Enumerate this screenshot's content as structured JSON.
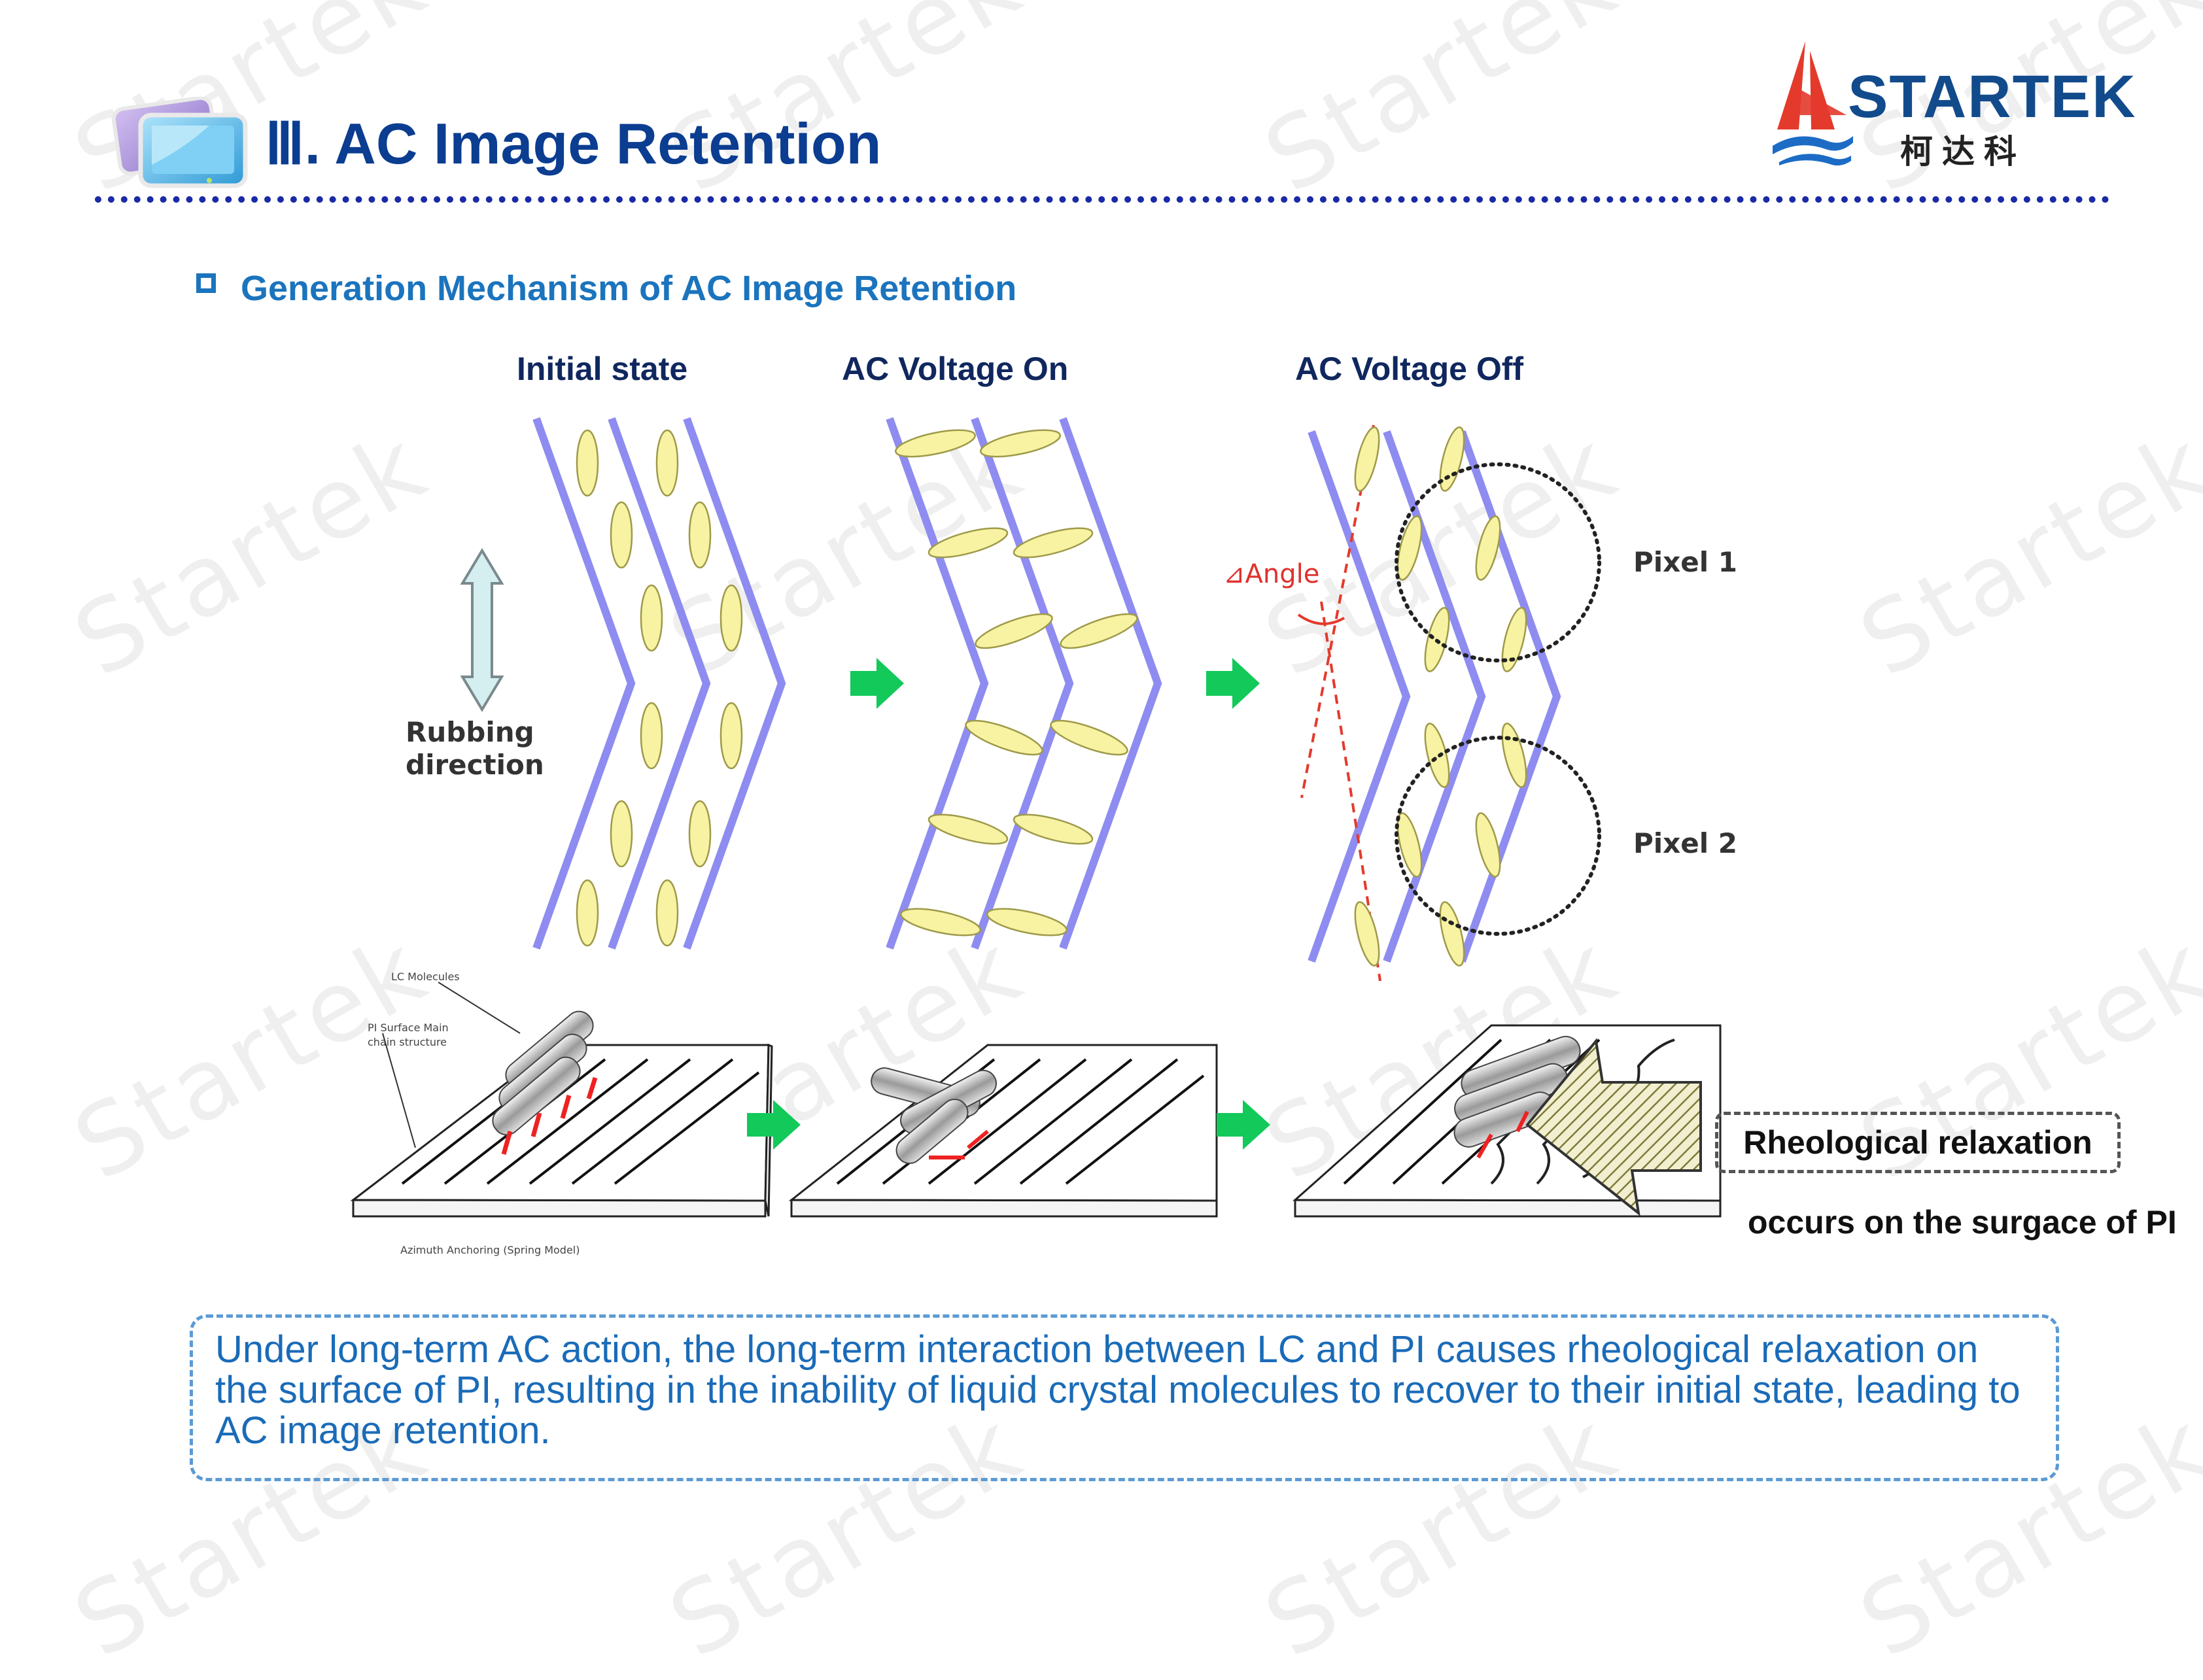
{
  "header": {
    "title": "Ⅲ. AC Image Retention",
    "brand_name": "STARTEK",
    "brand_cn": "柯达科"
  },
  "watermark": "Startek",
  "section": {
    "heading": "Generation Mechanism of AC Image Retention"
  },
  "diagram": {
    "columns": [
      "Initial state",
      "AC Voltage On",
      "AC Voltage Off"
    ],
    "rubbing_label_line1": "Rubbing",
    "rubbing_label_line2": "direction",
    "angle_label": "⊿Angle",
    "pixel1": "Pixel 1",
    "pixel2": "Pixel 2",
    "lc_molecules": "LC Molecules",
    "pi_surface_line1": "PI Surface Main",
    "pi_surface_line2": "chain structure",
    "azimuth": "Azimuth Anchoring (Spring Model)",
    "relax_line1": "Rheological relaxation",
    "relax_line2": "occurs on the surgace of PI"
  },
  "summary": "Under long-term AC action, the long-term interaction between LC and PI causes rheological relaxation on the surface of PI, resulting in the inability of liquid crystal molecules to recover to their initial state, leading to AC image retention.",
  "colors": {
    "title": "#0b3d91",
    "accent": "#1b74bd",
    "chevron": "#8e8cf0",
    "molecule": "#f7f3a2",
    "arrow": "#12c95a",
    "angle": "#e0312d"
  }
}
